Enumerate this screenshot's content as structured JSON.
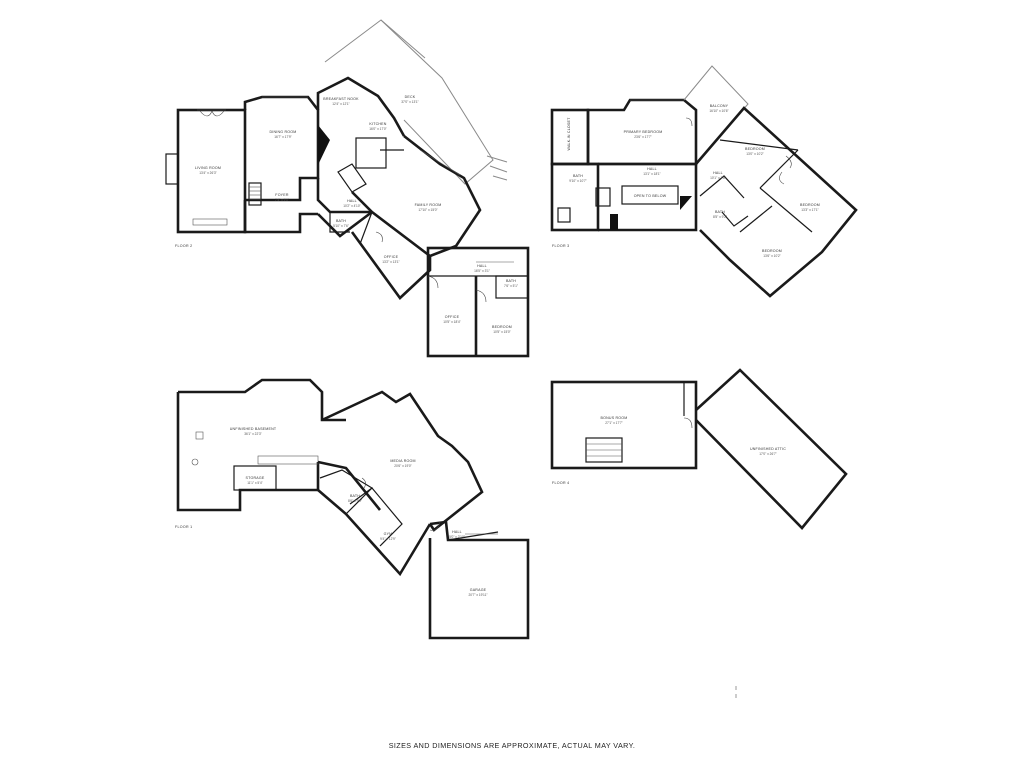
{
  "floors": {
    "floor1": {
      "label": "FLOOR 1",
      "rooms": {
        "unfinished_basement": {
          "name": "UNFINISHED BASEMENT",
          "dims": "36'1\" x 22'3\""
        },
        "storage": {
          "name": "STORAGE",
          "dims": "11'1\" x 5'4\""
        },
        "media_room": {
          "name": "MEDIA ROOM",
          "dims": "20'6\" x 19'0\""
        },
        "bath": {
          "name": "BATH",
          "dims": "8'6\" x 9'9\""
        },
        "gym": {
          "name": "GYM",
          "dims": "9'4\" x 12'9\""
        },
        "hall": {
          "name": "HALL",
          "dims": "5'0\" x 2'10\""
        },
        "garage": {
          "name": "GARAGE",
          "dims": "20'7\" x 19'11\""
        }
      }
    },
    "floor2": {
      "label": "FLOOR 2",
      "rooms": {
        "living_room": {
          "name": "LIVING ROOM",
          "dims": "13'4\" x 26'3\""
        },
        "dining_room": {
          "name": "DINING ROOM",
          "dims": "16'7\" x 17'9\""
        },
        "breakfast_nook": {
          "name": "BREAKFAST NOOK",
          "dims": "12'4\" x 12'1\""
        },
        "deck": {
          "name": "DECK",
          "dims": "37'0\" x 13'1\""
        },
        "kitchen": {
          "name": "KITCHEN",
          "dims": "16'0\" x 17'0\""
        },
        "foyer": {
          "name": "FOYER",
          "dims": "7'4\" x 9'0\""
        },
        "hall": {
          "name": "HALL",
          "dims": "10'2\" x 4'10\""
        },
        "bath": {
          "name": "BATH",
          "dims": "5'10\" x 7'6\""
        },
        "family_room": {
          "name": "FAMILY ROOM",
          "dims": "17'10\" x 15'0\""
        },
        "office_main": {
          "name": "OFFICE",
          "dims": "13'2\" x 13'1\""
        },
        "hall_wing": {
          "name": "HALL",
          "dims": "16'5\" x 3'1\""
        },
        "bath_wing": {
          "name": "BATH",
          "dims": "7'6\" x 5'1\""
        },
        "office_wing": {
          "name": "OFFICE",
          "dims": "10'5\" x 18'4\""
        },
        "bedroom_wing": {
          "name": "BEDROOM",
          "dims": "10'5\" x 15'0\""
        }
      }
    },
    "floor3": {
      "label": "FLOOR 3",
      "rooms": {
        "walk_in_closet": {
          "name": "WALK-IN CLOSET"
        },
        "primary_bedroom": {
          "name": "PRIMARY BEDROOM",
          "dims": "23'6\" x 17'7\""
        },
        "balcony": {
          "name": "BALCONY",
          "dims": "16'10\" x 10'6\""
        },
        "bath_primary": {
          "name": "BATH",
          "dims": "9'10\" x 10'7\""
        },
        "hall_main": {
          "name": "HALL",
          "dims": "13'1\" x 18'1\""
        },
        "open_to_below": {
          "name": "OPEN TO BELOW"
        },
        "hall_side": {
          "name": "HALL",
          "dims": "10'1\" x 7'8\""
        },
        "bath": {
          "name": "BATH",
          "dims": "8'5\" x 9'2\""
        },
        "bedroom_a": {
          "name": "BEDROOM",
          "dims": "13'0\" x 10'2\""
        },
        "bedroom_b": {
          "name": "BEDROOM",
          "dims": "13'3\" x 17'1\""
        },
        "bedroom_c": {
          "name": "BEDROOM",
          "dims": "13'6\" x 10'2\""
        }
      }
    },
    "floor4": {
      "label": "FLOOR 4",
      "rooms": {
        "bonus_room": {
          "name": "BONUS ROOM",
          "dims": "27'1\" x 17'7\""
        },
        "unfinished_attic": {
          "name": "UNFINISHED ATTIC",
          "dims": "17'0\" x 26'7\""
        }
      }
    }
  },
  "disclaimer": "SIZES AND DIMENSIONS ARE APPROXIMATE, ACTUAL MAY VARY.",
  "colors": {
    "walls": "#1a1a1a",
    "text": "#333333",
    "background": "#ffffff"
  }
}
